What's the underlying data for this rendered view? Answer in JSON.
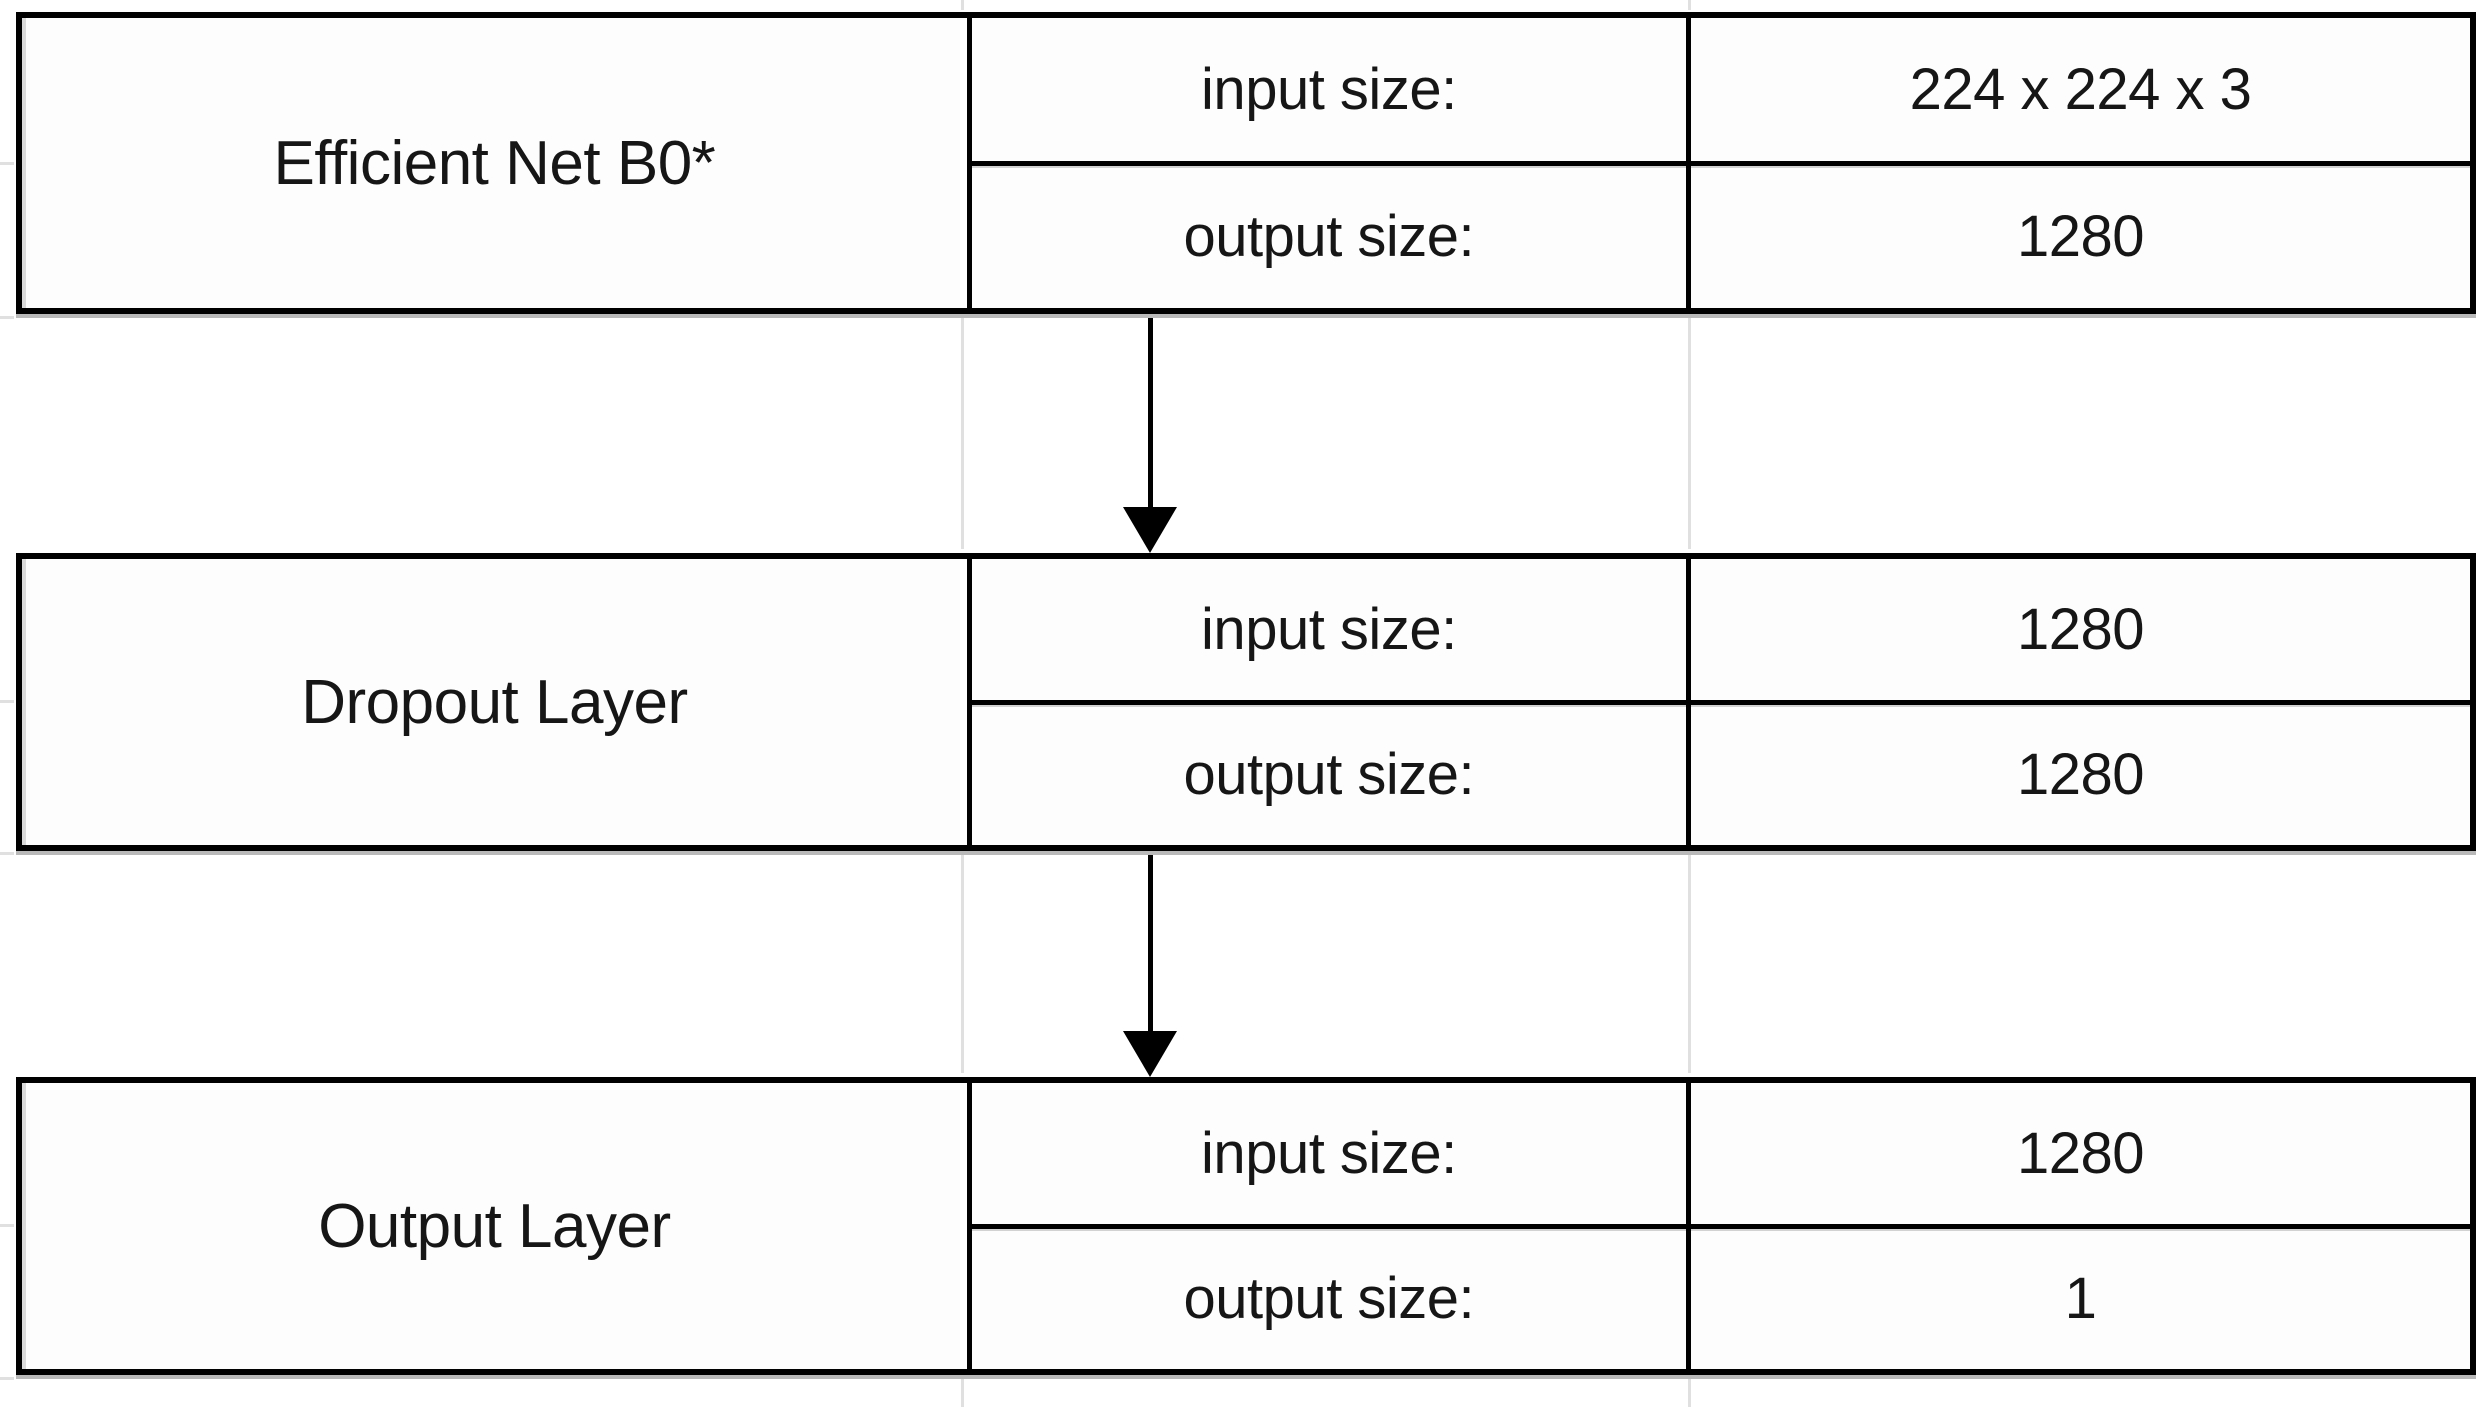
{
  "blocks": [
    {
      "name": "Efficient Net B0*",
      "rows": [
        {
          "label": "input size:",
          "value": "224 x 224 x 3"
        },
        {
          "label": "output size:",
          "value": "1280"
        }
      ]
    },
    {
      "name": "Dropout Layer",
      "rows": [
        {
          "label": "input size:",
          "value": "1280"
        },
        {
          "label": "output size:",
          "value": "1280"
        }
      ]
    },
    {
      "name": "Output Layer",
      "rows": [
        {
          "label": "input size:",
          "value": "1280"
        },
        {
          "label": "output size:",
          "value": "1"
        }
      ]
    }
  ],
  "connectors": [
    {
      "icon": "arrow-down-icon",
      "from": "Efficient Net B0*",
      "to": "Dropout Layer"
    },
    {
      "icon": "arrow-down-icon",
      "from": "Dropout Layer",
      "to": "Output Layer"
    }
  ],
  "colors": {
    "border": "#000000",
    "text": "#161616",
    "background": "#ffffff",
    "cell_fill": "#fdfdfd",
    "gridline": "#e0e0e0",
    "border_shadow": "#9b9b9b"
  }
}
